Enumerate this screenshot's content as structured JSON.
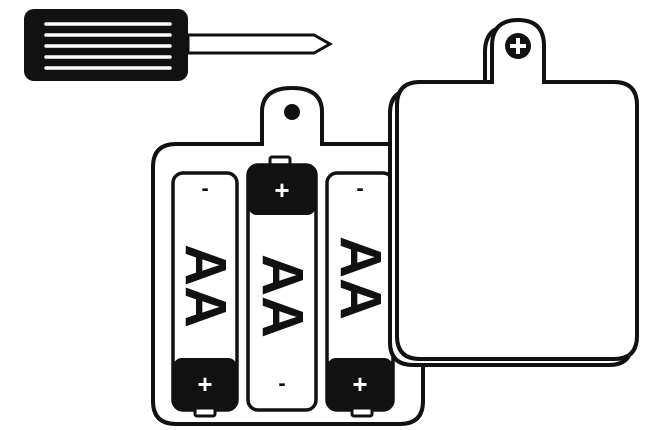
{
  "batteries": [
    {
      "label": "AA",
      "top_terminal": "-",
      "bottom_terminal": "+"
    },
    {
      "label": "AA",
      "top_terminal": "+",
      "bottom_terminal": "-"
    },
    {
      "label": "AA",
      "top_terminal": "-",
      "bottom_terminal": "+"
    }
  ],
  "colors": {
    "ink": "#111111",
    "paper": "#ffffff"
  },
  "icons": [
    "screwdriver-icon",
    "battery-holder",
    "battery-cover",
    "screw-icon"
  ]
}
